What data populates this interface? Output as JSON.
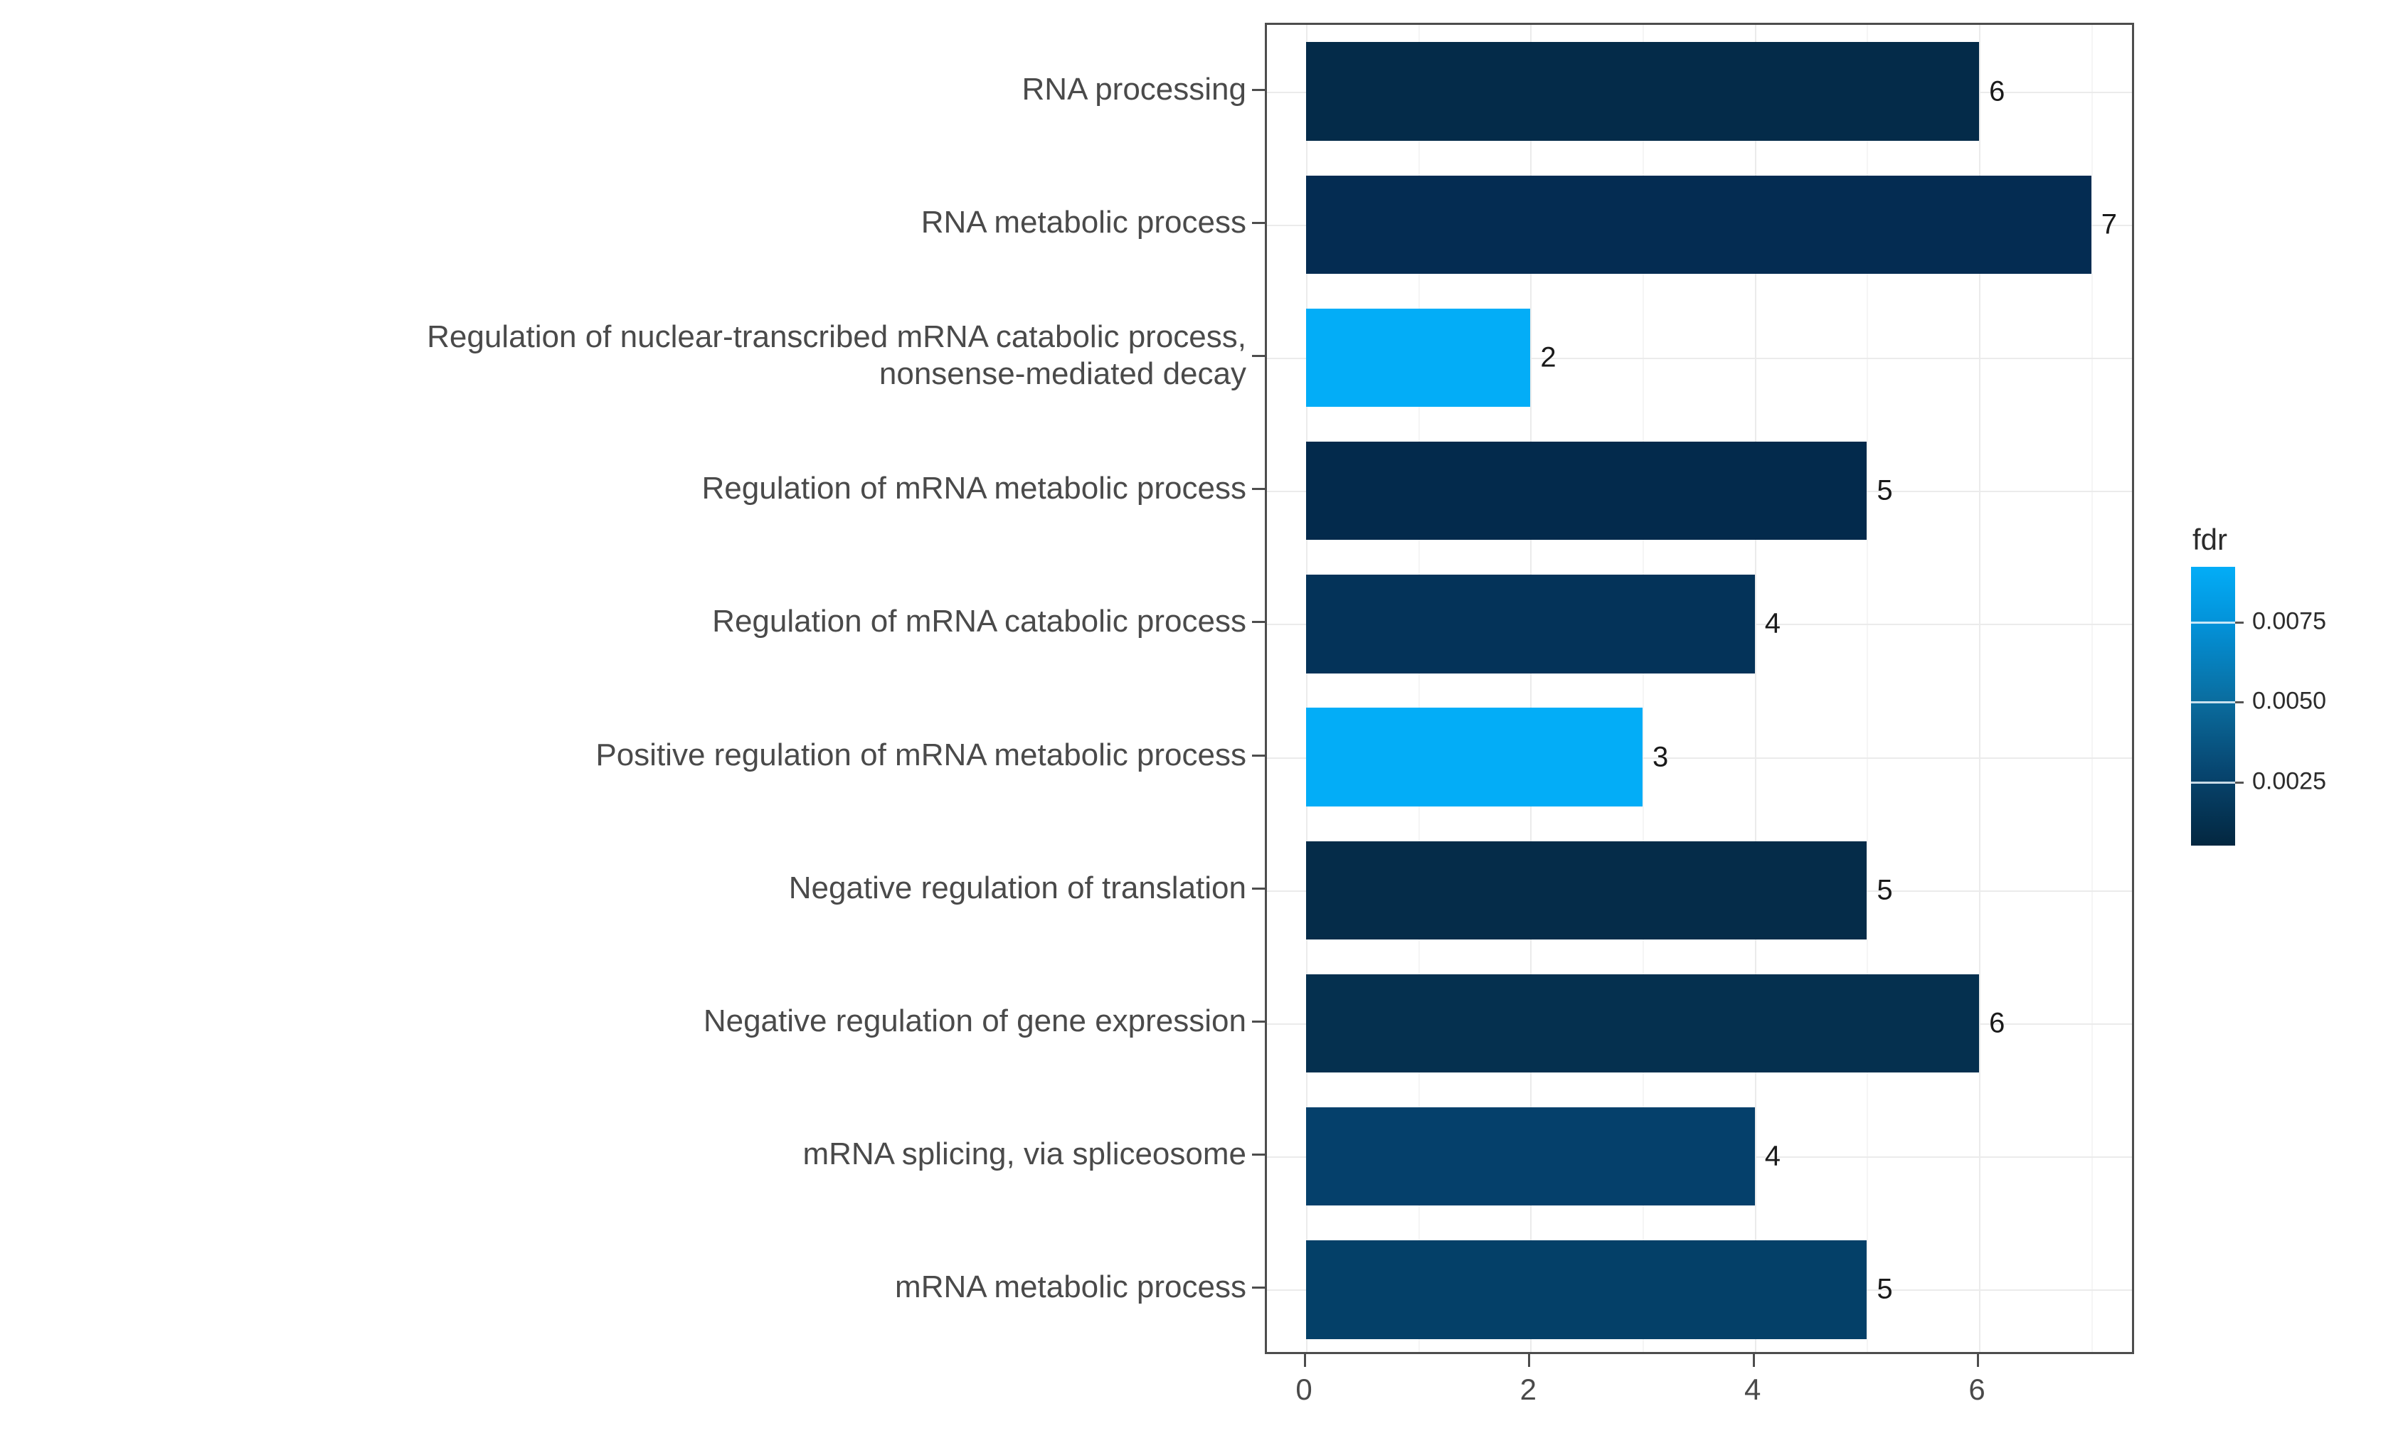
{
  "chart_data": {
    "type": "bar",
    "orientation": "horizontal",
    "title": "",
    "xlabel": "",
    "ylabel": "",
    "xlim": [
      0,
      7.35
    ],
    "xticks": [
      0,
      2,
      4,
      6
    ],
    "xtick_labels": [
      "0",
      "2",
      "4",
      "6"
    ],
    "grid": true,
    "legend_position": "right",
    "categories": [
      "RNA processing",
      "RNA metabolic process",
      "Regulation of nuclear-transcribed mRNA catabolic process,\nnonsense-mediated decay",
      "Regulation of mRNA metabolic process",
      "Regulation of mRNA catabolic process",
      "Positive regulation of mRNA metabolic process",
      "Negative regulation of translation",
      "Negative regulation of gene expression",
      "mRNA splicing, via spliceosome",
      "mRNA metabolic process"
    ],
    "values": [
      6,
      7,
      2,
      5,
      4,
      3,
      5,
      6,
      4,
      5
    ],
    "value_labels": [
      "6",
      "7",
      "2",
      "5",
      "4",
      "3",
      "5",
      "6",
      "4",
      "5"
    ],
    "bar_colors": [
      "#042b49",
      "#042c52",
      "#03adf7",
      "#032a4c",
      "#043359",
      "#03adf7",
      "#052c49",
      "#05304f",
      "#05406b",
      "#044068"
    ],
    "colorbar": {
      "label": "fdr",
      "ticks": [
        0.0075,
        0.005,
        0.0025
      ],
      "tick_labels": [
        "0.0075",
        "0.0050",
        "0.0025"
      ],
      "low_color": "#032740",
      "high_color": "#03adf7"
    }
  },
  "colors": {
    "panel_border": "#4d4d4d",
    "grid_major": "#ebebeb",
    "grid_minor": "#f5f5f5",
    "axis_text": "#4a4a4a",
    "background": "#ffffff"
  }
}
